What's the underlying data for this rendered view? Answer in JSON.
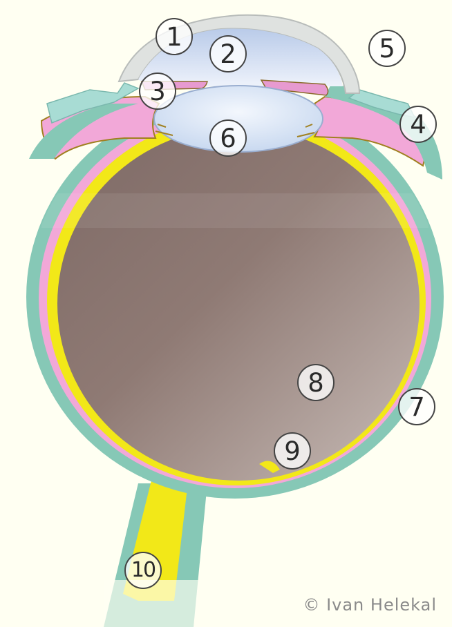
{
  "labels": [
    "1",
    "2",
    "3",
    "4",
    "5",
    "6",
    "7",
    "8",
    "9",
    "10"
  ],
  "credit": "© Ivan Helekal",
  "colors": {
    "background": "#fffff2",
    "sclera": "#86c8b6",
    "choroid": "#f2a8d8",
    "retina": "#f2e818",
    "vitreous": "#8a756f",
    "lens": "#dfe9f6",
    "cornea": "#dfe2e0",
    "label_border": "#444444"
  }
}
